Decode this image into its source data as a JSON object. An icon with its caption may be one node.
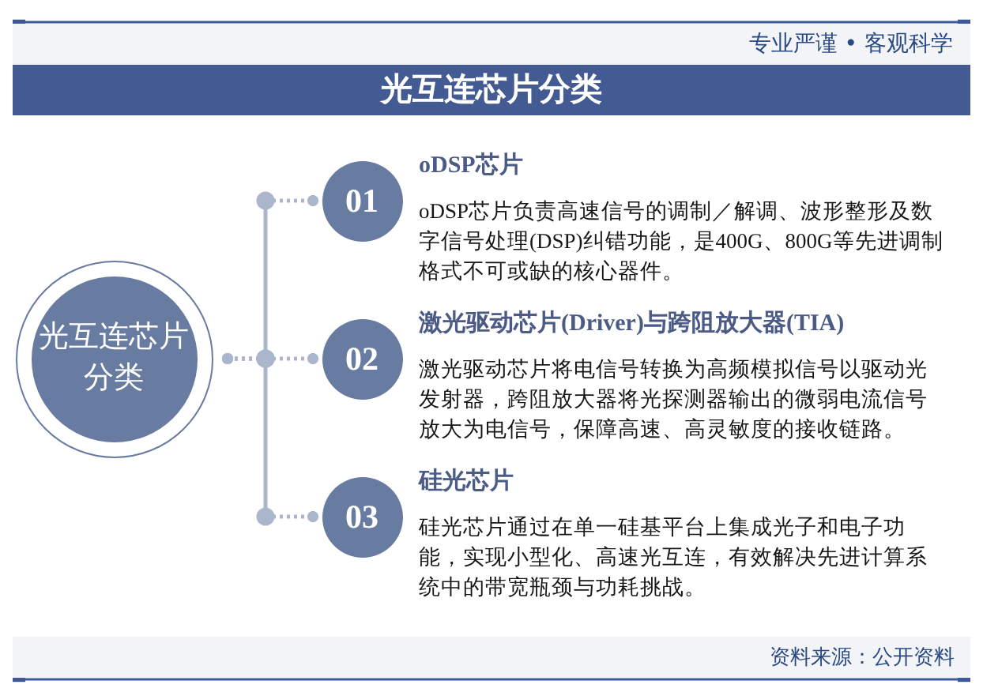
{
  "diagram": {
    "title": "光互连芯片分类",
    "nodes": [
      {
        "text": [
          "光互连芯片分类"
        ]
      },
      {
        "text": [
          "01"
        ],
        "beside": [
          "oDSP芯片",
          "oDSP芯片负责高速信号的调制／解调、波形整形及数字信号处理(DSP)纠错功能，是400G、800G等先进调制格式不可或缺的核心器件。"
        ]
      },
      {
        "text": [
          "02"
        ],
        "beside": [
          "激光驱动芯片(Driver)与跨阻放大器(TIA)",
          "激光驱动芯片将电信号转换为高频模拟信号以驱动光发射器，跨阻放大器将光探测器输出的微弱电流信号放大为电信号，保障高速、高灵敏度的接收链路。"
        ]
      },
      {
        "text": [
          "03"
        ],
        "beside": [
          "硅光芯片",
          "硅光芯片通过在单一硅基平台上集成光子和电子功能，实现小型化、高速光互连，有效解决先进计算系统中的带宽瓶颈与功耗挑战。"
        ]
      }
    ],
    "edges": [
      {
        "from": 0,
        "to": 1,
        "arrow": "none"
      },
      {
        "from": 0,
        "to": 2,
        "arrow": "none"
      },
      {
        "from": 0,
        "to": 3,
        "arrow": "none"
      }
    ],
    "labels": [
      "专业严谨 • 客观科学",
      "资料来源：公开资料"
    ]
  }
}
